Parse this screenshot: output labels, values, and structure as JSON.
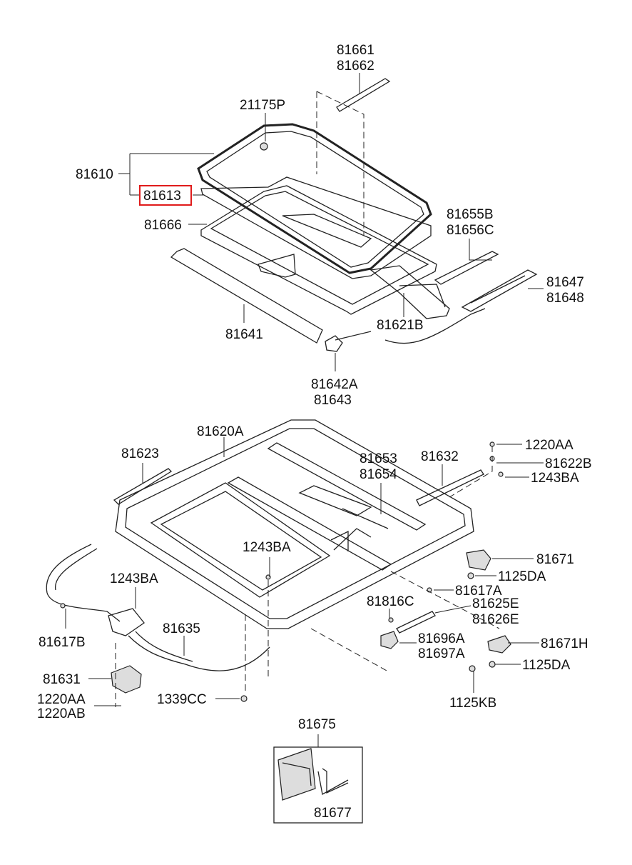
{
  "labels": {
    "p81661": "81661",
    "p81662": "81662",
    "p21175P": "21175P",
    "p81610": "81610",
    "p81613": "81613",
    "p81666": "81666",
    "p81655B": "81655B",
    "p81656C": "81656C",
    "p81647": "81647",
    "p81648": "81648",
    "p81641": "81641",
    "p81621B": "81621B",
    "p81642A": "81642A",
    "p81643": "81643",
    "p81620A": "81620A",
    "p81623": "81623",
    "p81653": "81653",
    "p81654": "81654",
    "p81632": "81632",
    "p1220AA_top": "1220AA",
    "p81622B": "81622B",
    "p1243BA_top": "1243BA",
    "p1243BA_mid": "1243BA",
    "p81671": "81671",
    "p1125DA_a": "1125DA",
    "p1243BA_left": "1243BA",
    "p81617A": "81617A",
    "p81816C": "81816C",
    "p81625E": "81625E",
    "p81626E": "81626E",
    "p81617B": "81617B",
    "p81635": "81635",
    "p81696A": "81696A",
    "p81697A": "81697A",
    "p81671H": "81671H",
    "p81631": "81631",
    "p1125DA_b": "1125DA",
    "p1220AA_bot": "1220AA",
    "p1220AB": "1220AB",
    "p1339CC": "1339CC",
    "p1125KB": "1125KB",
    "p81675": "81675",
    "p81677": "81677"
  },
  "highlight": {
    "part": "81613",
    "color": "#e01b1b"
  }
}
